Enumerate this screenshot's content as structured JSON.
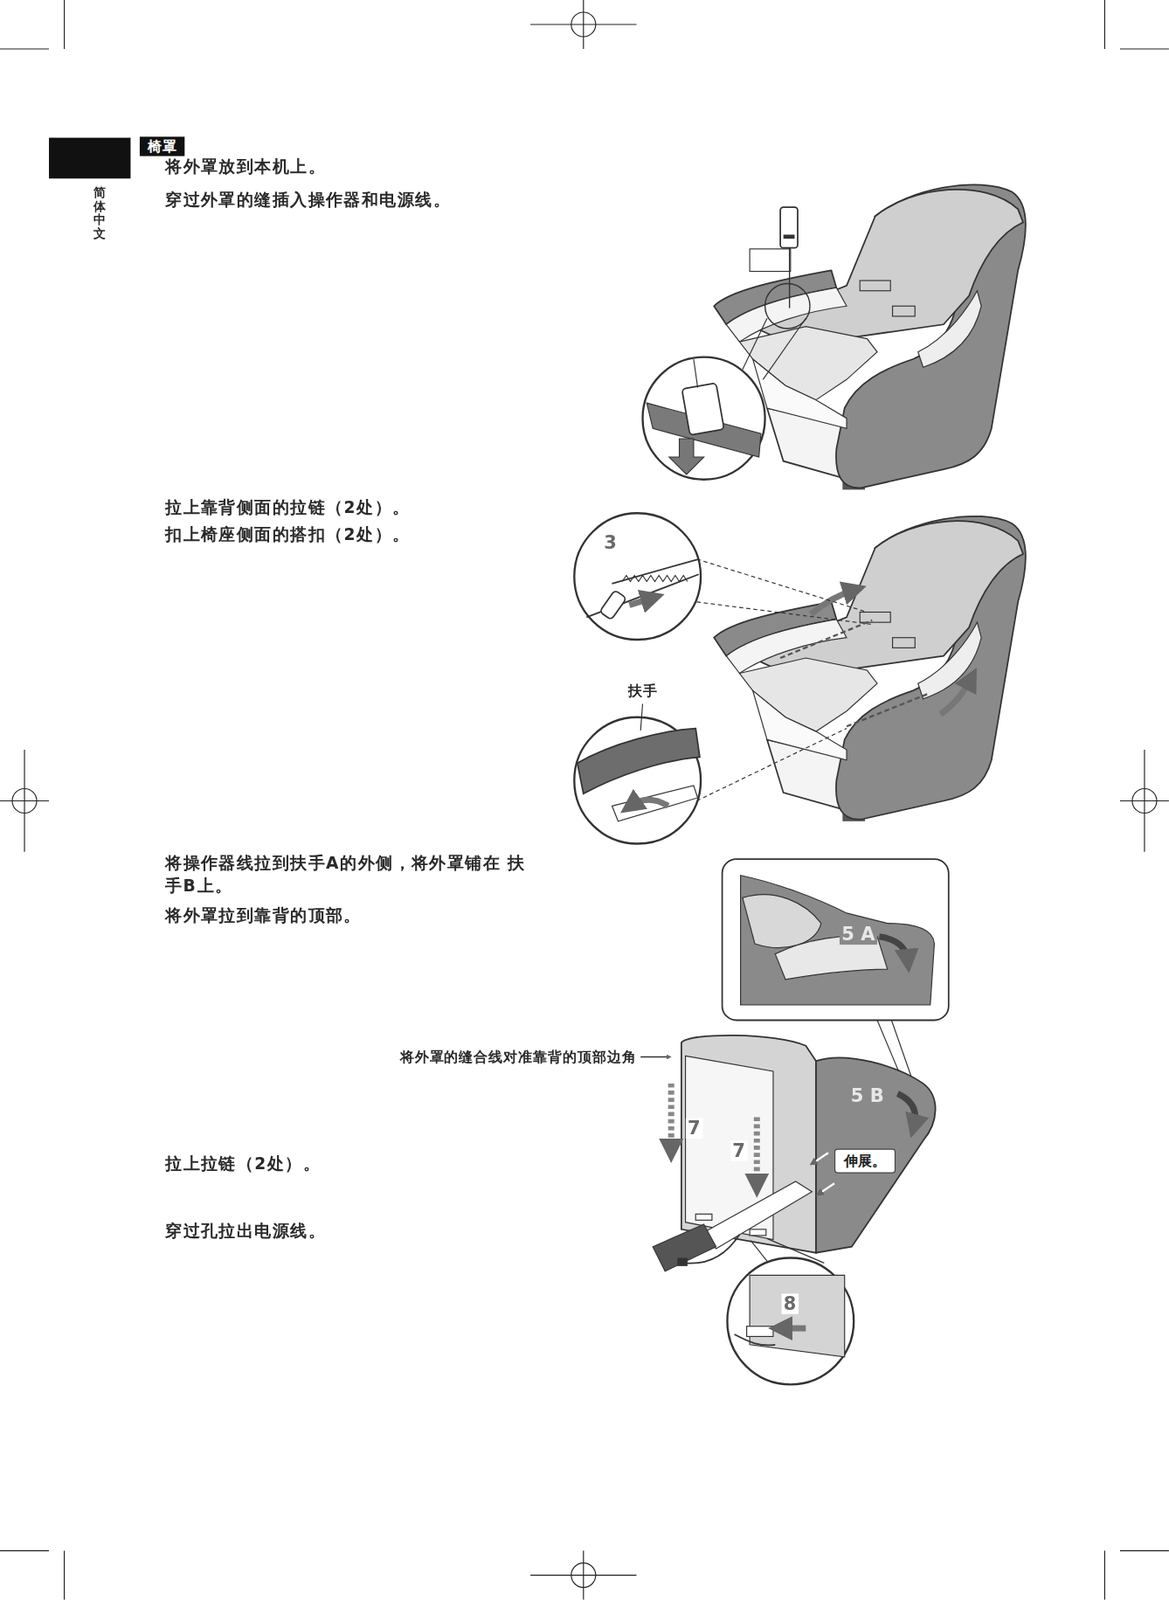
{
  "diagram": {
    "nodes": [
      {
        "text": [
          "椅罩"
        ]
      },
      {
        "text": [
          "伸展。"
        ]
      }
    ],
    "labels": [
      "简体中文",
      "将外罩放到本机上。",
      "穿过外罩的缝插入操作器和电源线。",
      "拉上靠背侧面的拉链（2处）。",
      "扣上椅座侧面的搭扣（2处）。",
      "扶手",
      "将操作器线拉到扶手A的外侧，将外罩铺在 扶手B上。",
      "将外罩拉到靠背的顶部。",
      "将外罩的缝合线对准靠背的顶部边角",
      "3",
      "5 A",
      "5 B",
      "7",
      "7",
      "拉上拉链（2处）。",
      "穿过孔拉出电源线。",
      "8"
    ]
  }
}
